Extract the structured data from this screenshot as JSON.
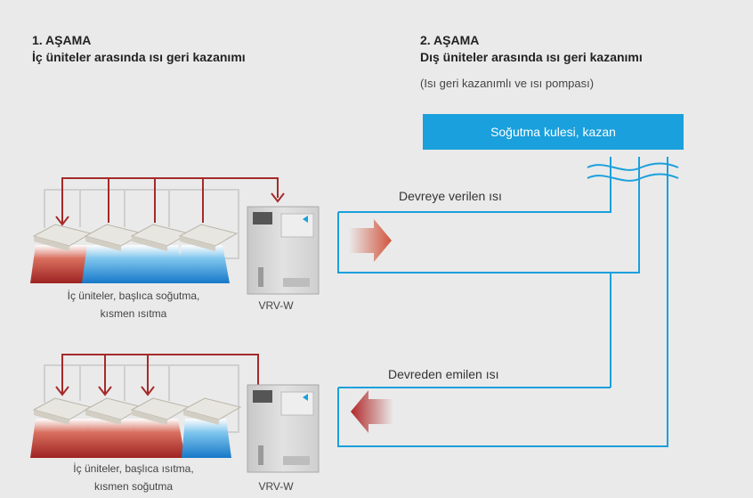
{
  "stage1": {
    "heading": "1. AŞAMA",
    "subheading": "İç üniteler arasında ısı geri kazanımı"
  },
  "stage2": {
    "heading": "2. AŞAMA",
    "subheading": "Dış üniteler arasında ısı geri kazanımı",
    "note": "(Isı geri kazanımlı ve ısı pompası)"
  },
  "cooling_tower": {
    "label": "Soğutma kulesi, kazan"
  },
  "top_system": {
    "flow_label": "Devreye verilen ısı",
    "caption_line1": "İç üniteler, başlıca soğutma,",
    "caption_line2": "kısmen ısıtma",
    "unit_label": "VRV-W"
  },
  "bottom_system": {
    "flow_label": "Devreden emilen ısı",
    "caption_line1": "İç üniteler, başlıca ısıtma,",
    "caption_line2": "kısmen soğutma",
    "unit_label": "VRV-W"
  },
  "colors": {
    "background": "#eaeaea",
    "water_loop": "#1aa0dc",
    "refrigerant_pipe": "#a52a2a",
    "heating_air": "#b0282a",
    "cooling_air": "#1e90d8",
    "heat_arrow": "#d0553d"
  }
}
